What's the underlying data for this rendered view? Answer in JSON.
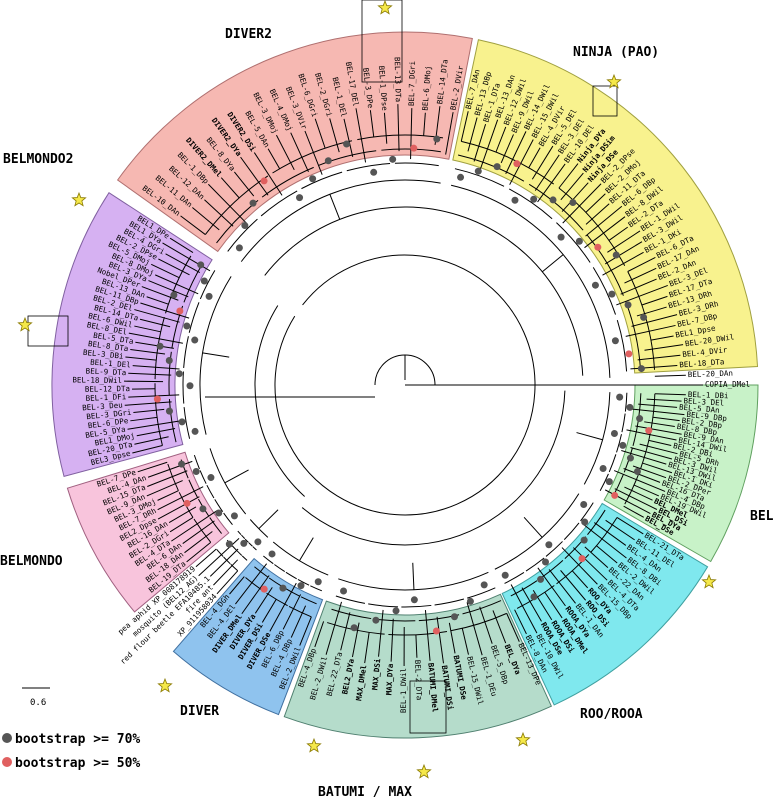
{
  "clades": [
    {
      "label": "DIVER2",
      "color": "#f6b8b2",
      "stroke": "#b07070",
      "a0": -144.5,
      "a1": -79
    },
    {
      "label": "NINJA (PAO)",
      "color": "#f8f28e",
      "stroke": "#a0a040",
      "a0": -78,
      "a1": -3
    },
    {
      "label": "BEL",
      "color": "#c8f2c8",
      "stroke": "#60a060",
      "a0": 0,
      "a1": 30
    },
    {
      "label": "ROO/ROOA",
      "color": "#7fe8ee",
      "stroke": "#40a0a0",
      "a0": 31,
      "a1": 65
    },
    {
      "label": "BATUMI / MAX",
      "color": "#b5dccb",
      "stroke": "#508070",
      "a0": 65.5,
      "a1": 110
    },
    {
      "label": "DIVER",
      "color": "#8fc3ee",
      "stroke": "#4070a0",
      "a0": 111,
      "a1": 131
    },
    {
      "label": "BELMONDO",
      "color": "#f8c4dc",
      "stroke": "#a06080",
      "a0": 140,
      "a1": 163
    },
    {
      "label": "BELMONDO2",
      "color": "#d6b1f2",
      "stroke": "#8060a0",
      "a0": 165,
      "a1": 213
    }
  ],
  "leaves": {
    "diver2": [
      "BEL-10_DAn",
      "BEL-11_DAn",
      "BEL-12_DAn",
      "BEL-1_DBp",
      "DIVER2_DMel",
      "BEL-8_DYa",
      "DIVER2_DYa",
      "DIVER2_DSi",
      "BEL-5_DAn",
      "BEL-3_DMoj",
      "BEL-4_DMoj",
      "BEL-3_DVir",
      "BEL-6_DGri",
      "BEL-2_DGri",
      "BEL-1_DEl",
      "BEL-17_DEl",
      "BEL-3_DPe",
      "BEL-1_DPse",
      "BEL-13_DTa",
      "BEL-7_DGri",
      "BEL-6_DMoj",
      "BEL-14_DTa",
      "BEL-2_DVir"
    ],
    "ninja": [
      "BEL-7_DAn",
      "BEL-13_DBp",
      "BEL-1_DTa",
      "BEL-13_DAn",
      "BEL-12_DWil",
      "BEL-9_DWil",
      "BEL-14_DWil",
      "BEL-15_DWil",
      "BEL-4_DVir",
      "BEL-5_DEl",
      "BEL-3_DEl",
      "BEL-10_DEl",
      "Ninja_DYa",
      "Ninja_DSim",
      "Ninja_DSe",
      "BEL-2_DPse",
      "BEL-2_DMoj",
      "BEL-11_DTa",
      "BEL-6_DBp",
      "BEL-8_DWil",
      "BEL-2_DTa",
      "BEL-1_DWil",
      "BEL-3_DWil",
      "BEL-1_DKi",
      "BEL-6_DTa",
      "BEL-17_DAn",
      "BEL-2_DAn",
      "BEL-3_DEl",
      "BEL-17_DTa",
      "BEL-13_DRh",
      "BEL-3_DRh",
      "BEL-7_DBp",
      "BEL1_Dpse",
      "BEL-20_DWil",
      "BEL-4_DVir",
      "BEL-18_DTa",
      "BEL-20_DAn"
    ],
    "root": [
      "COPIA_DMel"
    ],
    "bel": [
      "BEL-1_DBi",
      "BEL-3_DEl",
      "BEL-5_DAn",
      "BEL-9_DBp",
      "BEL-2_DBp",
      "BEL-8_DBp",
      "BEL-9_DAn",
      "BEL-14_DWil",
      "BEL-2_DBi",
      "BEL-5_DRh",
      "BEL-3_DWil",
      "BEL-13_DWil",
      "BEL-1_DKi",
      "BEL-2_DPer",
      "BEL-16_DTa",
      "BEL-4_DBp",
      "BEL-19_DWil",
      "BEL_DMel",
      "BEL_DSi",
      "BEL_DYa",
      "BEL_DSe"
    ],
    "roo": [
      "BEL-21_DTa",
      "BEL-11_DEl",
      "BEL-4_DAn",
      "BEL-8_DBi",
      "BEL-2_DWil",
      "BEL-22_DAn",
      "BEL-4_DTa",
      "BEL-15_DBp",
      "ROO_DYa",
      "ROO_DSi",
      "BEL-1_DAn",
      "ROOA_DYa",
      "ROOA_DMel",
      "ROOA_DSi",
      "ROOA_DSe",
      "BEL-10_DWil",
      "BEL-8_DAn"
    ],
    "batumi": [
      "BEL-13_DPe",
      "BEL_DYa",
      "BEL-5_DBp",
      "BEL-1_DEu",
      "BEL-15_DWil",
      "BATUMI_DSe",
      "BATUMI_DSi",
      "BATUMI_DMel",
      "BEL-2_DTa",
      "BEL-1_DWil",
      "MAX_DYa",
      "MAX_DSi",
      "MAX_DMel",
      "BEL2_DYa",
      "BEL-22_DTa",
      "BEL-2_DWil",
      "BEL-4_DBp"
    ],
    "outgroups": [
      "XP_911958034",
      "fire ant",
      "red flour beetle EFA10485.1",
      "mosquito (BEL12_AG)",
      "pea aphid XP_008178919"
    ],
    "diver": [
      "BEL-2_DWil",
      "BEL-4_DBp",
      "BEL-6_DBp",
      "DIVER_DSe",
      "DIVER_DSi",
      "DIVER_DYa",
      "DIVER_DMel",
      "BEL-4_DEl",
      "BEL-4_DGh"
    ],
    "belmondo": [
      "BEL-19_DTa",
      "BEL-18_DAn",
      "BEL-6_DAn",
      "BEL-4_DTa",
      "BEL-2_DGri",
      "BEL-16_DAn",
      "BEL2_Dpse",
      "BEL-7_DRh",
      "BEL-3_DMoj",
      "BEL-9_DAn",
      "BEL-15_DTa",
      "BEL-4_DAn",
      "BEL-7_DPe"
    ],
    "belmondo2": [
      "BEL3_Dpse",
      "BEL-20_DTa",
      "BEL1_DMoj",
      "BEL-5_DYa",
      "BEL-6_DPe",
      "BEL-3_DGri",
      "BEL-3_Deu",
      "BEL-1_DFi",
      "BEL-12_DTa",
      "BEL-18_DWil",
      "BEL-9_DTa",
      "BEL-1_DEl",
      "BEL-3_DBi",
      "BEL-8_DTa",
      "BEL-5_DTa",
      "BEL-8_DEl",
      "BEL-6_DWil",
      "BEL-14_DTa",
      "BEL-2_DEl",
      "BEL-11_DBp",
      "BEL-13_DAn",
      "Nobel_DPer",
      "BEL-3_DYa",
      "BEL-8_DMoj",
      "BEL-5_DMoj",
      "BEL-2_DPse",
      "BEL-4_DGri",
      "BEL1_DYa",
      "BEL1_DPe"
    ]
  },
  "highlight_colors": {
    "DMel": "#ff1a1a",
    "DSi": "#1a2cff",
    "DYa": "#ff22cc",
    "DSe": "#1aa01a"
  },
  "scale_label": "0.6",
  "legend": [
    {
      "label": "bootstrap >= 70%",
      "color": "#555555"
    },
    {
      "label": "bootstrap >= 50%",
      "color": "#e06060"
    }
  ],
  "star_color": "#f5e84a"
}
